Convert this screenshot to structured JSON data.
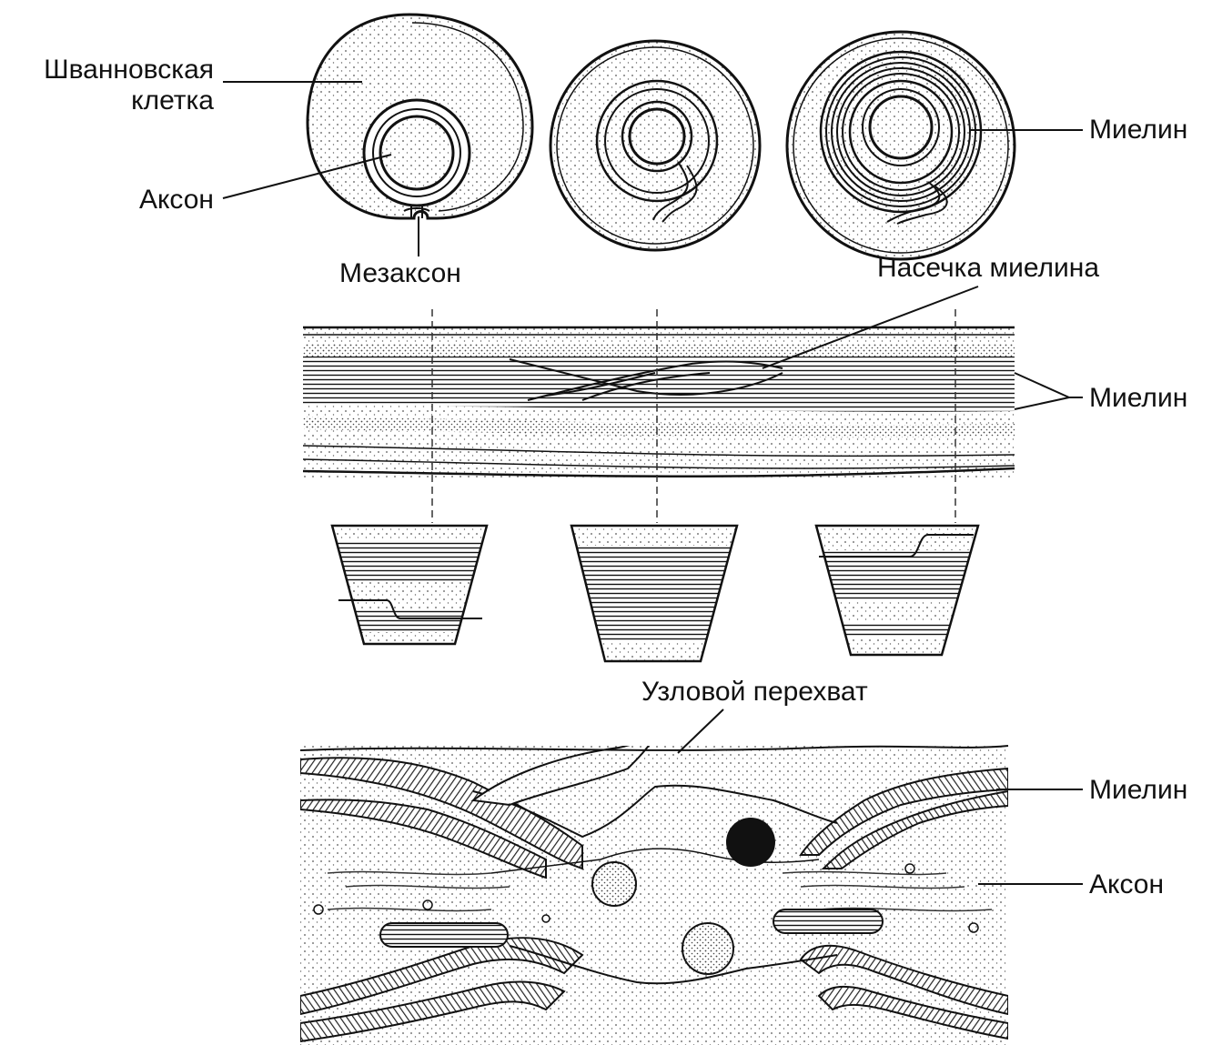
{
  "labels": {
    "schwann_cell": "Шванновская\nклетка",
    "axon_top": "Аксон",
    "mesaxon": "Мезаксон",
    "myelin_top": "Миелин",
    "myelin_notch": "Насечка миелина",
    "myelin_middle": "Миелин",
    "node_of_ranvier": "Узловой перехват",
    "myelin_bottom": "Миелин",
    "axon_bottom": "Аксон"
  },
  "colors": {
    "ink": "#111111",
    "stipple": "#555555",
    "background": "#ffffff"
  }
}
